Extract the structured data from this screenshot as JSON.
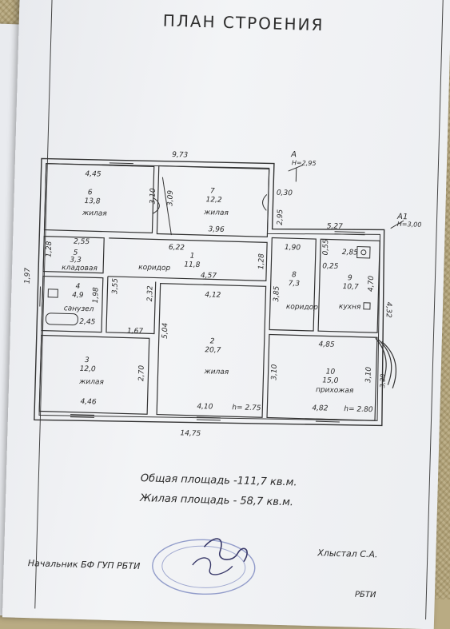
{
  "document": {
    "title": "ПЛАН СТРОЕНИЯ"
  },
  "outer": {
    "top": "9,73",
    "bottom": "14,75",
    "left": "1,97",
    "right": "4,32",
    "section_a": "A",
    "section_a_height": "H=2,95",
    "section_a1": "A1",
    "section_a1_height": "H=3,00",
    "ext_0_30": "0,30",
    "ext_2_95": "2,95",
    "ext_5_27": "5,27"
  },
  "rooms": {
    "r6": {
      "num": "6",
      "area": "13,8",
      "name": "жилая",
      "w": "4,45",
      "h": "3,10"
    },
    "r7": {
      "num": "7",
      "area": "12,2",
      "name": "жилая",
      "w_bottom": "3,96",
      "h": "3,09"
    },
    "r5": {
      "num": "5",
      "area": "3,3",
      "name": "кладовая",
      "w": "2,55",
      "h": "1,28"
    },
    "r1": {
      "num": "1",
      "area": "11,8",
      "name": "коридор",
      "w_top": "6,22",
      "w_mid": "4,57",
      "h_left": "3,55",
      "h_right": "2,32",
      "h_end": "1,28"
    },
    "r4": {
      "num": "4",
      "area": "4,9",
      "name": "санузел",
      "w": "2,45",
      "h": "1,98"
    },
    "r8": {
      "num": "8",
      "area": "7,3",
      "name": "коридор",
      "w": "1,90",
      "h": "3,85"
    },
    "r9": {
      "num": "9",
      "area": "10,7",
      "name": "кухня",
      "w": "2,85",
      "h": "4,70",
      "stub": "0,25",
      "stub2": "0,55"
    },
    "r2": {
      "num": "2",
      "area": "20,7",
      "name": "жилая",
      "w_top": "4,12",
      "w_bottom": "4,10",
      "h": "5,04",
      "height_label": "h= 2.75"
    },
    "r3": {
      "num": "3",
      "area": "12,0",
      "name": "жилая",
      "w": "4,46",
      "w_top": "1,67",
      "h": "2,70"
    },
    "r10": {
      "num": "10",
      "area": "15,0",
      "name": "прихожая",
      "w_top": "4,85",
      "w_bottom": "4,82",
      "h_left": "3,10",
      "h_right": "3,10",
      "height_label": "h= 2.80",
      "bay": "3,30"
    }
  },
  "totals": {
    "total_area": "Общая площадь  -111,7  кв.м.",
    "living_area": "Жилая площадь - 58,7  кв.м."
  },
  "footer": {
    "chief": "Начальник БФ ГУП РБТИ",
    "executor": "Хлыстал С.А.",
    "bottom_stamp": "РБТИ"
  }
}
